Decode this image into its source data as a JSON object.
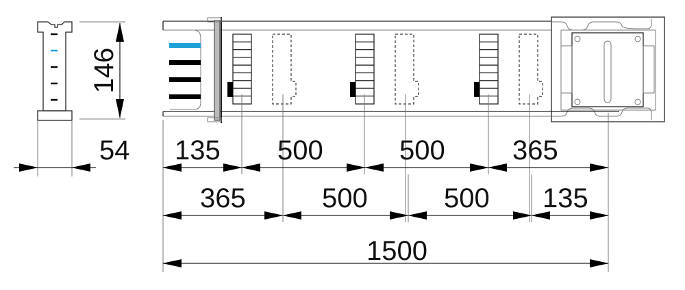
{
  "drawing": {
    "height_dim": "146",
    "width_dim": "54",
    "row1": [
      "135",
      "500",
      "500",
      "365"
    ],
    "row2": [
      "365",
      "500",
      "500",
      "135"
    ],
    "total": "1500"
  },
  "colors": {
    "phase_accent": "#1ea0d8",
    "conductor": "#000000"
  }
}
